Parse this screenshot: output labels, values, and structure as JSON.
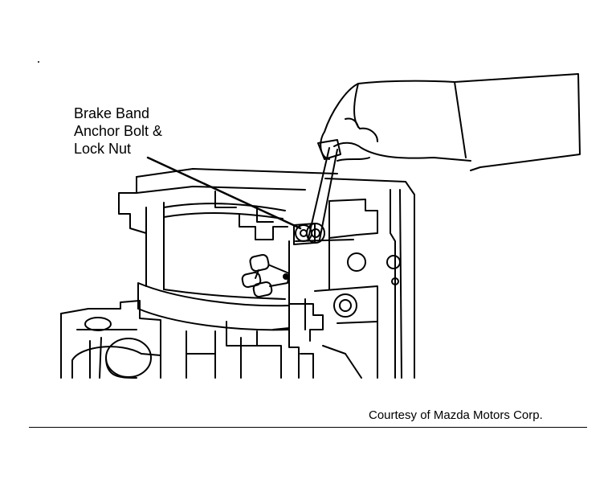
{
  "callout": {
    "lines": [
      "Brake Band",
      "Anchor Bolt &",
      "Lock Nut"
    ]
  },
  "credit": "Courtesy of Mazda Motors Corp.",
  "colors": {
    "ink": "#000000",
    "paper": "#ffffff"
  }
}
